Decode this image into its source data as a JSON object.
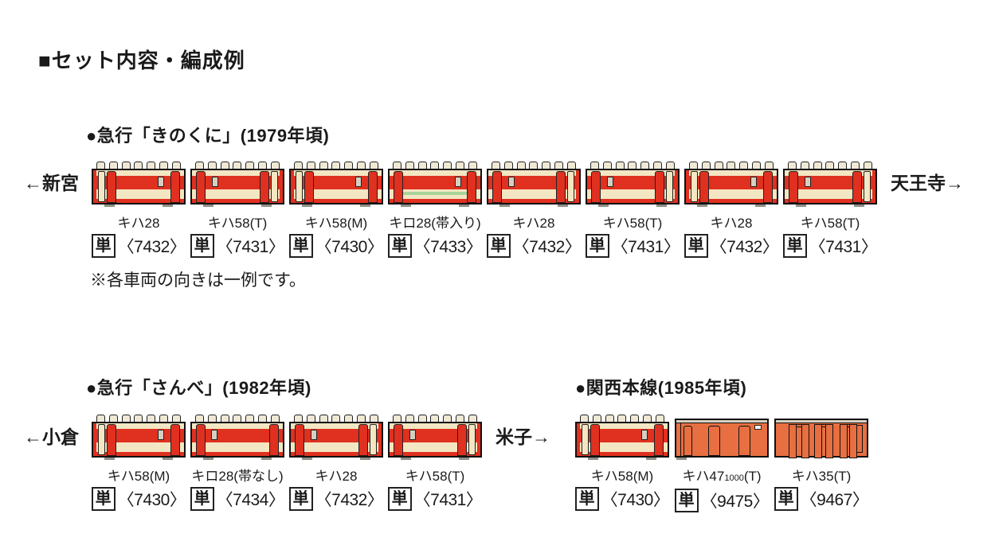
{
  "page": {
    "title": "■セット内容・編成例",
    "note": "※各車両の向きは一例です。"
  },
  "colors": {
    "red": "#e0301f",
    "cream": "#f3e6c2",
    "orange": "#e76f41",
    "green": "#a9d49a",
    "roof": "#d6d3c7",
    "vent": "#efe8d4",
    "win": "#d6cfc0",
    "outline": "#111111"
  },
  "formations": [
    {
      "heading": "●急行「きのくに」(1979年頃)",
      "left_label": "←新宮",
      "right_label": "天王寺→",
      "cars": [
        {
          "name": "キハ28",
          "unit": "単",
          "item": "〈7432〉",
          "variant": "kiha_cab_left"
        },
        {
          "name": "キハ58(T)",
          "unit": "単",
          "item": "〈7431〉",
          "variant": "kiha_cab_right"
        },
        {
          "name": "キハ58(M)",
          "unit": "単",
          "item": "〈7430〉",
          "variant": "kiha_cab_left"
        },
        {
          "name": "キロ28(帯入り)",
          "unit": "単",
          "item": "〈7433〉",
          "variant": "kiro_stripe"
        },
        {
          "name": "キハ28",
          "unit": "単",
          "item": "〈7432〉",
          "variant": "kiha_cab_right"
        },
        {
          "name": "キハ58(T)",
          "unit": "単",
          "item": "〈7431〉",
          "variant": "kiha_cab_right"
        },
        {
          "name": "キハ28",
          "unit": "単",
          "item": "〈7432〉",
          "variant": "kiha_cab_left"
        },
        {
          "name": "キハ58(T)",
          "unit": "単",
          "item": "〈7431〉",
          "variant": "kiha_cab_right"
        }
      ]
    },
    {
      "heading": "●急行「さんべ」(1982年頃)",
      "left_label": "←小倉",
      "right_label": "米子→",
      "cars": [
        {
          "name": "キハ58(M)",
          "unit": "単",
          "item": "〈7430〉",
          "variant": "kiha_cab_left"
        },
        {
          "name": "キロ28(帯なし)",
          "unit": "単",
          "item": "〈7434〉",
          "variant": "kiro_plain"
        },
        {
          "name": "キハ28",
          "unit": "単",
          "item": "〈7432〉",
          "variant": "kiha_cab_right"
        },
        {
          "name": "キハ58(T)",
          "unit": "単",
          "item": "〈7431〉",
          "variant": "kiha_cab_right"
        }
      ]
    },
    {
      "heading": "●関西本線(1985年頃)",
      "left_label": "",
      "right_label": "",
      "cars": [
        {
          "name": "キハ58(M)",
          "unit": "単",
          "item": "〈7430〉",
          "variant": "kiha_cab_left"
        },
        {
          "name": "キハ47",
          "name_sub": "1000",
          "name_tail": "(T)",
          "unit": "単",
          "item": "〈9475〉",
          "variant": "kiha47"
        },
        {
          "name": "キハ35(T)",
          "unit": "単",
          "item": "〈9467〉",
          "variant": "kiha35"
        }
      ]
    }
  ]
}
